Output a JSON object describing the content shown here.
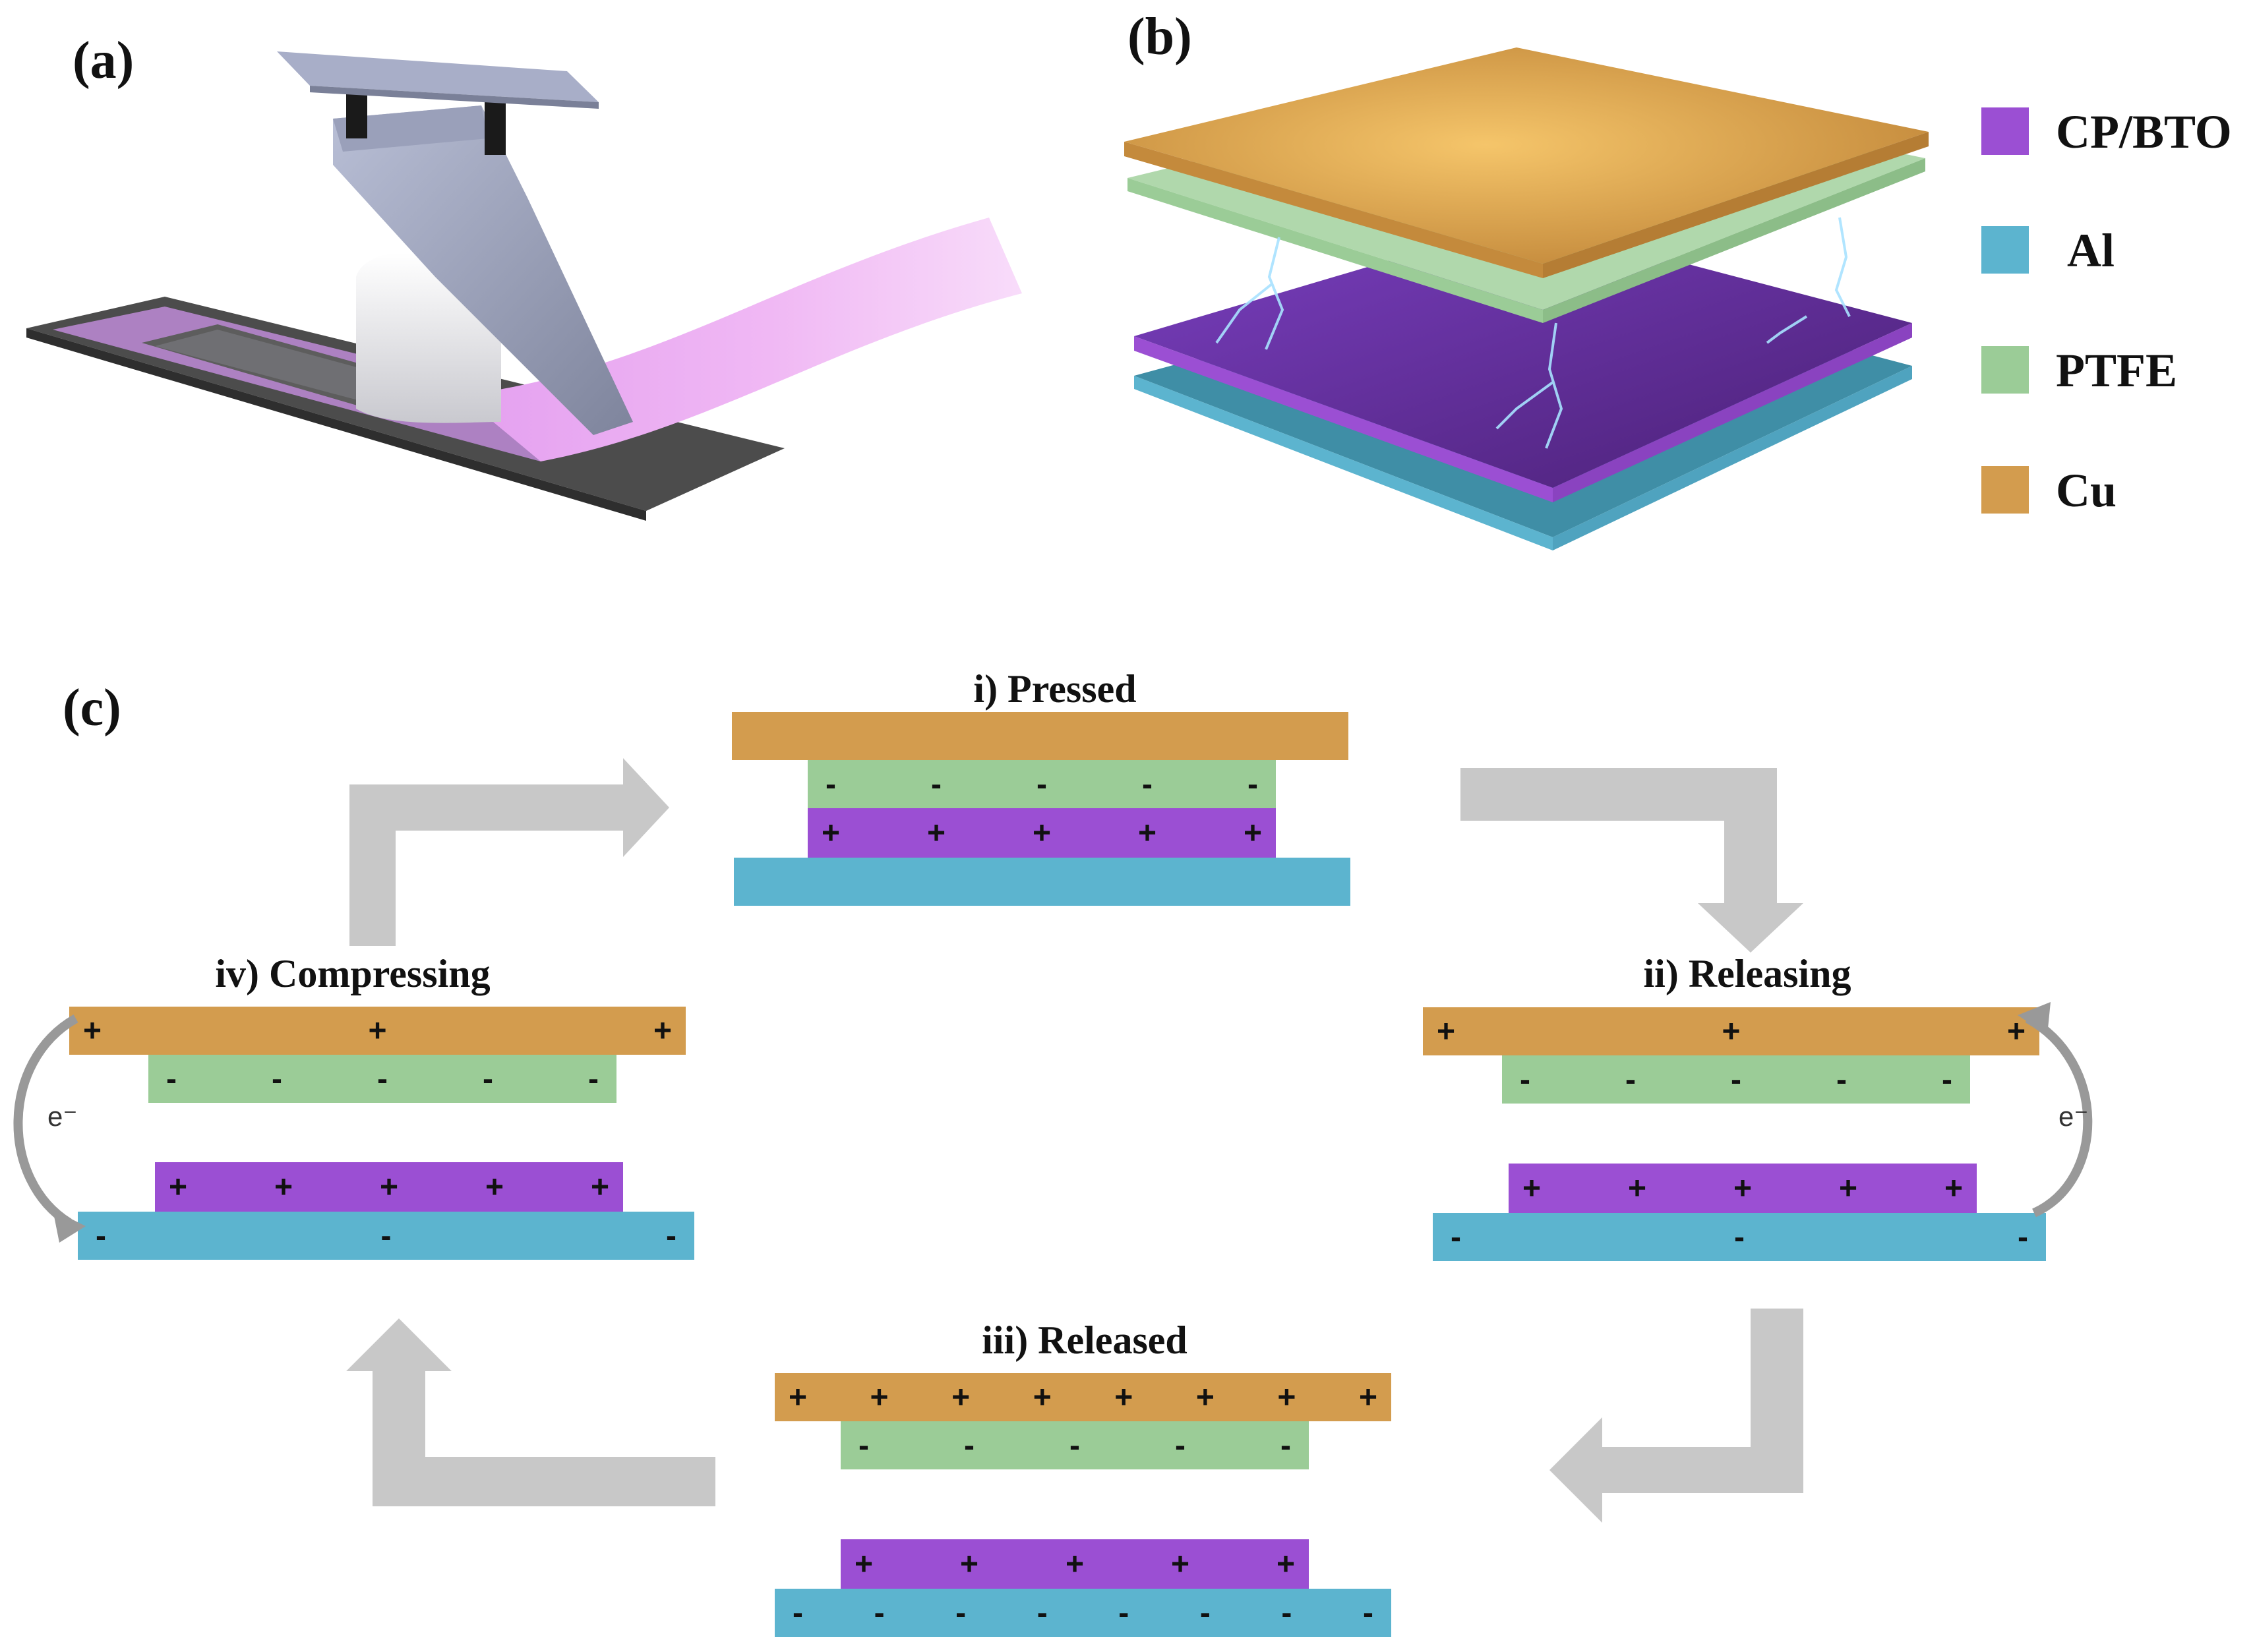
{
  "panels": {
    "a": "(a)",
    "b": "(b)",
    "c": "(c)"
  },
  "legend": [
    {
      "label": "CP/BTO",
      "color": "#9b4fd3"
    },
    {
      "label": "Al",
      "color": "#5cb4cf"
    },
    {
      "label": "PTFE",
      "color": "#9bcc97"
    },
    {
      "label": "Cu",
      "color": "#d39c4e"
    }
  ],
  "colors": {
    "cu": "#d39c4e",
    "ptfe": "#9bcc97",
    "cpbto": "#9b4fd3",
    "al": "#5cb4cf",
    "arrow": "#c8c8c8"
  },
  "stages": {
    "pressed": {
      "title": "i) Pressed",
      "cu_charges": [],
      "ptfe_charges": [
        "-",
        "-",
        "-",
        "-",
        "-"
      ],
      "cpbto_charges": [
        "+",
        "+",
        "+",
        "+",
        "+"
      ],
      "al_charges": []
    },
    "releasing": {
      "title": "ii) Releasing",
      "cu_charges": [
        "+",
        "+",
        "+"
      ],
      "ptfe_charges": [
        "-",
        "-",
        "-",
        "-",
        "-"
      ],
      "cpbto_charges": [
        "+",
        "+",
        "+",
        "+",
        "+"
      ],
      "al_charges": [
        "-",
        "-",
        "-"
      ],
      "electron": "e⁻"
    },
    "released": {
      "title": "iii) Released",
      "cu_charges": [
        "+",
        "+",
        "+",
        "+",
        "+",
        "+",
        "+",
        "+"
      ],
      "ptfe_charges": [
        "-",
        "-",
        "-",
        "-",
        "-"
      ],
      "cpbto_charges": [
        "+",
        "+",
        "+",
        "+",
        "+"
      ],
      "al_charges": [
        "-",
        "-",
        "-",
        "-",
        "-",
        "-",
        "-",
        "-"
      ]
    },
    "compressing": {
      "title": "iv) Compressing",
      "cu_charges": [
        "+",
        "+",
        "+"
      ],
      "ptfe_charges": [
        "-",
        "-",
        "-",
        "-",
        "-"
      ],
      "cpbto_charges": [
        "+",
        "+",
        "+",
        "+",
        "+"
      ],
      "al_charges": [
        "-",
        "-",
        "-"
      ],
      "electron": "e⁻"
    }
  }
}
